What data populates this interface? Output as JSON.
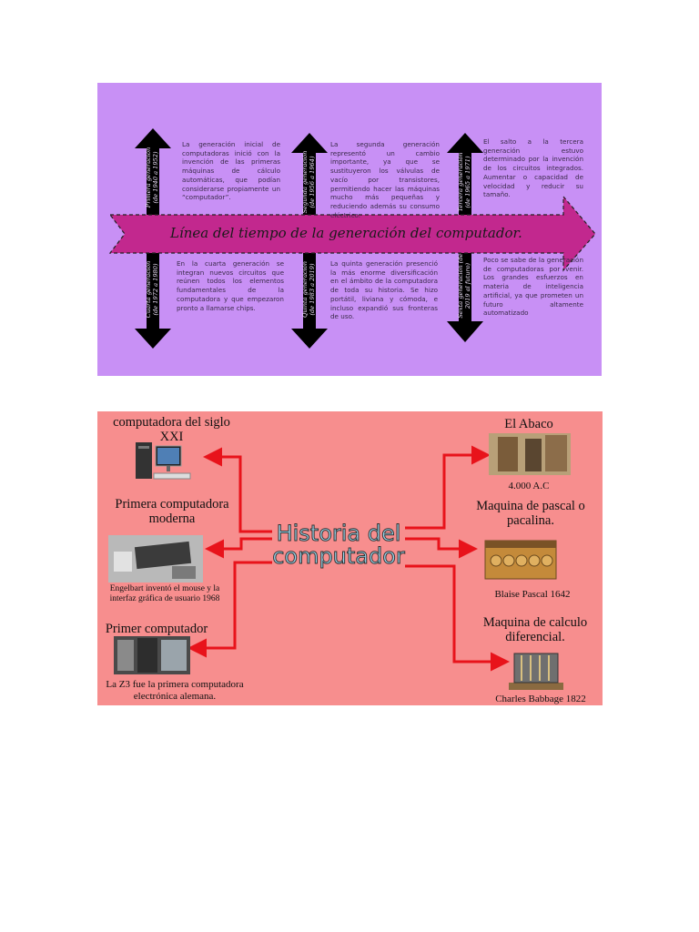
{
  "timeline": {
    "title": "Línea del tiempo de la  generación del computador.",
    "generations": [
      {
        "label_line1": "Primera generación",
        "label_line2": "(de 1940 a 1952)",
        "text": "La generación inicial de computadoras inició con la invención de las primeras máquinas de cálculo automáticas, que podían considerarse propiamente un “computador”."
      },
      {
        "label_line1": "Segunda generación",
        "label_line2": "(de 1956 a 1964)",
        "text": "La segunda generación representó un cambio importante, ya que se sustituyeron los válvulas de vacío por transistores, permitiendo hacer las máquinas mucho más pequeñas y reduciendo además su consumo eléctrico."
      },
      {
        "label_line1": "Tercera generación",
        "label_line2": "(de 1965 a 1971)",
        "text": "El salto a la tercera generación estuvo determinado por la invención de los circuitos integrados. Aumentar o capacidad de velocidad y reducir su tamaño."
      },
      {
        "label_line1": "Cuarta generación",
        "label_line2": "(de 1972 a 1980)",
        "text": "En la cuarta generación se integran nuevos circuitos que reúnen todos los elementos fundamentales de la computadora y que empezaron pronto a llamarse chips."
      },
      {
        "label_line1": "Quinta generación",
        "label_line2": "(de 1983 a 2019)",
        "text": "La quinta generación presenció la más enorme diversificación en el ámbito de la computadora de toda su historia. Se hizo portátil, liviana y cómoda, e incluso expandió sus fronteras de uso."
      },
      {
        "label_line1": "Sexta generación (de",
        "label_line2": "2019 al futuro)",
        "text": "Poco se sabe de la generación de computadoras por venir. Los grandes esfuerzos en materia de inteligencia artificial, ya que prometen un futuro altamente automatizado"
      }
    ]
  },
  "mindmap": {
    "center_title": "Historia del computador",
    "left": [
      {
        "title": "computadora del siglo XXI",
        "caption": "",
        "image": "desktop-computer-image"
      },
      {
        "title": "Primera computadora moderna",
        "caption": "Engelbart inventó el mouse y la interfaz gráfica de usuario 1968",
        "image": "mouse-keyboard-image"
      },
      {
        "title": "Primer computador",
        "caption": "La Z3 fue la primera computadora electrónica alemana.",
        "image": "z3-computer-image"
      }
    ],
    "right": [
      {
        "title": "El Abaco",
        "caption": "4.000 A.C",
        "image": "abacus-image"
      },
      {
        "title": "Maquina de pascal o pacalina.",
        "caption": "Blaise Pascal 1642",
        "image": "pascaline-image"
      },
      {
        "title": "Maquina de calculo diferencial.",
        "caption": "Charles Babbage 1822",
        "image": "difference-engine-image"
      }
    ],
    "colors": {
      "arrow": "#e8131b",
      "panel": "#f78e8e",
      "title_fill": "#9ad7ee"
    }
  }
}
